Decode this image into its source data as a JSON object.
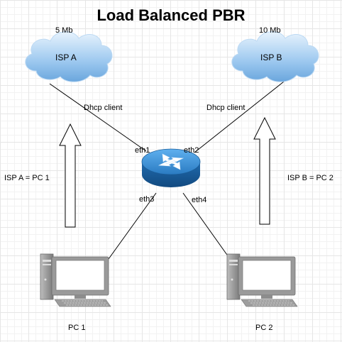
{
  "title": "Load Balanced PBR",
  "isp_a": {
    "name": "ISP A",
    "speed": "5 Mb"
  },
  "isp_b": {
    "name": "ISP B",
    "speed": "10 Mb"
  },
  "links": {
    "left_dhcp": "Dhcp client",
    "right_dhcp": "Dhcp client"
  },
  "router": {
    "eth1": "eth1",
    "eth2": "eth2",
    "eth3": "eth3",
    "eth4": "eth4"
  },
  "routes": {
    "left": "ISP A = PC 1",
    "right": "ISP B = PC 2"
  },
  "pc1": {
    "name": "PC 1"
  },
  "pc2": {
    "name": "PC 2"
  },
  "colors": {
    "cloud": "#7fb4e6",
    "router": "#2f7fc4",
    "pc": "#8a8a8a",
    "screen": "#ffffff"
  }
}
